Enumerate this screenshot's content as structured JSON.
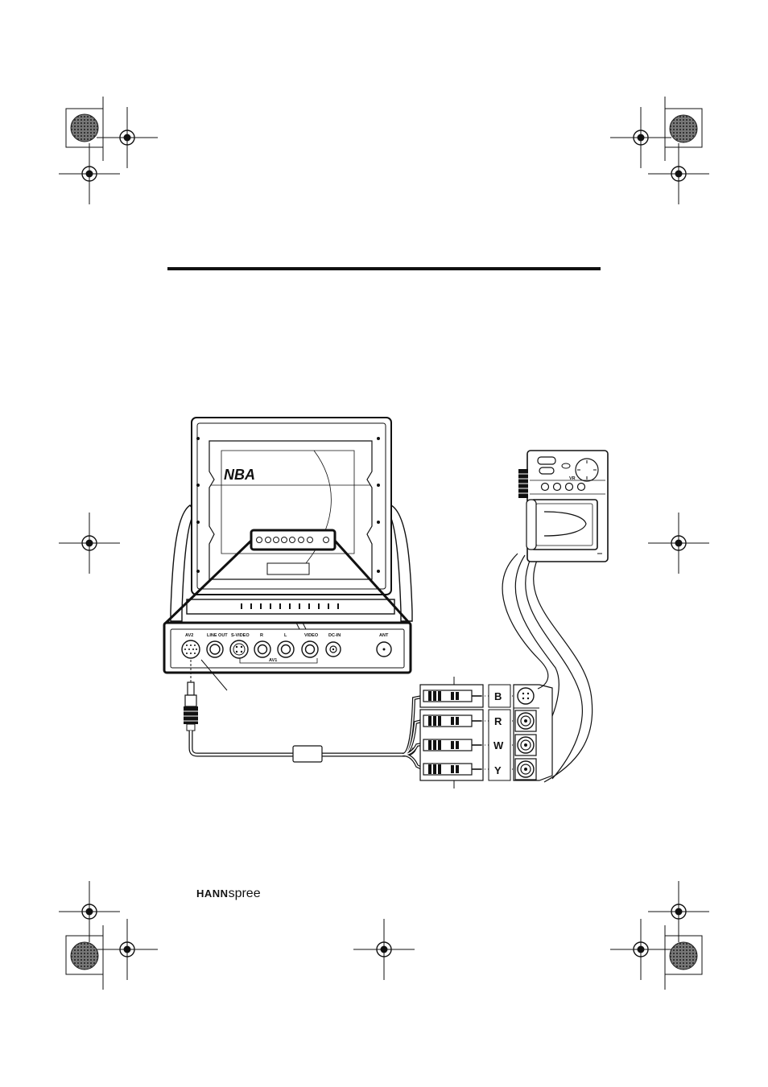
{
  "logo": {
    "text": "NBA"
  },
  "panel": {
    "ports": [
      {
        "key": "av2",
        "label": "AV2"
      },
      {
        "key": "lineout",
        "label": "LINE OUT"
      },
      {
        "key": "svideo",
        "label": "S-VIDEO"
      },
      {
        "key": "r",
        "label": "R"
      },
      {
        "key": "l",
        "label": "L"
      },
      {
        "key": "video",
        "label": "VIDEO"
      },
      {
        "key": "dcin",
        "label": "DC-IN"
      },
      {
        "key": "ant",
        "label": "ANT"
      }
    ],
    "group_label": "AV1"
  },
  "plugs": {
    "labels": [
      "B",
      "R",
      "W",
      "Y"
    ]
  },
  "camera": {
    "button_labels": [
      "VR"
    ]
  },
  "brand": {
    "part1": "HANN",
    "part2": "spree"
  }
}
